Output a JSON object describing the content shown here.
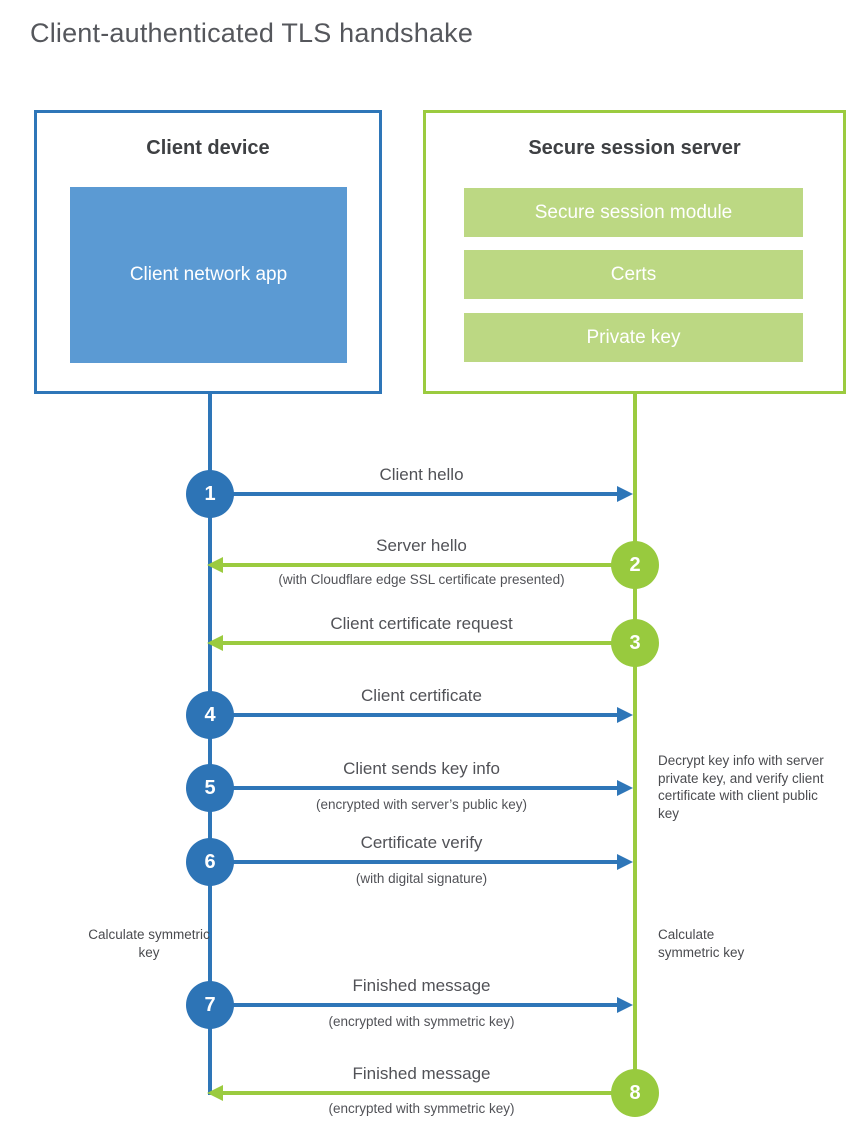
{
  "page": {
    "title": "Client-authenticated TLS handshake"
  },
  "colors": {
    "blue_line": "#2e76b8",
    "blue_fill": "#5b9ad3",
    "green_line": "#9bcb3f",
    "green_circle": "#98ca3e",
    "green_fill": "#bcd883",
    "heading_text": "#3e4043",
    "label_text": "#515257",
    "title_text": "#55575c"
  },
  "client": {
    "title": "Client device",
    "app_label": "Client network app"
  },
  "server": {
    "title": "Secure session server",
    "modules": [
      {
        "label": "Secure session module"
      },
      {
        "label": "Certs"
      },
      {
        "label": "Private key"
      }
    ]
  },
  "steps": [
    {
      "num": "1",
      "from": "client",
      "label": "Client hello",
      "sublabel": ""
    },
    {
      "num": "2",
      "from": "server",
      "label": "Server hello",
      "sublabel": "(with Cloudflare edge SSL certificate presented)"
    },
    {
      "num": "3",
      "from": "server",
      "label": "Client certificate request",
      "sublabel": ""
    },
    {
      "num": "4",
      "from": "client",
      "label": "Client certificate",
      "sublabel": ""
    },
    {
      "num": "5",
      "from": "client",
      "label": "Client sends key info",
      "sublabel": "(encrypted with server’s public key)"
    },
    {
      "num": "6",
      "from": "client",
      "label": "Certificate verify",
      "sublabel": "(with digital signature)"
    },
    {
      "num": "7",
      "from": "client",
      "label": "Finished message",
      "sublabel": "(encrypted with symmetric key)"
    },
    {
      "num": "8",
      "from": "server",
      "label": "Finished message",
      "sublabel": "(encrypted with symmetric key)"
    }
  ],
  "annotations": {
    "server_note": "Decrypt key info with server private key, and verify client certificate with client public key",
    "client_calc": "Calculate symmetric key",
    "server_calc": "Calculate symmetric key"
  }
}
